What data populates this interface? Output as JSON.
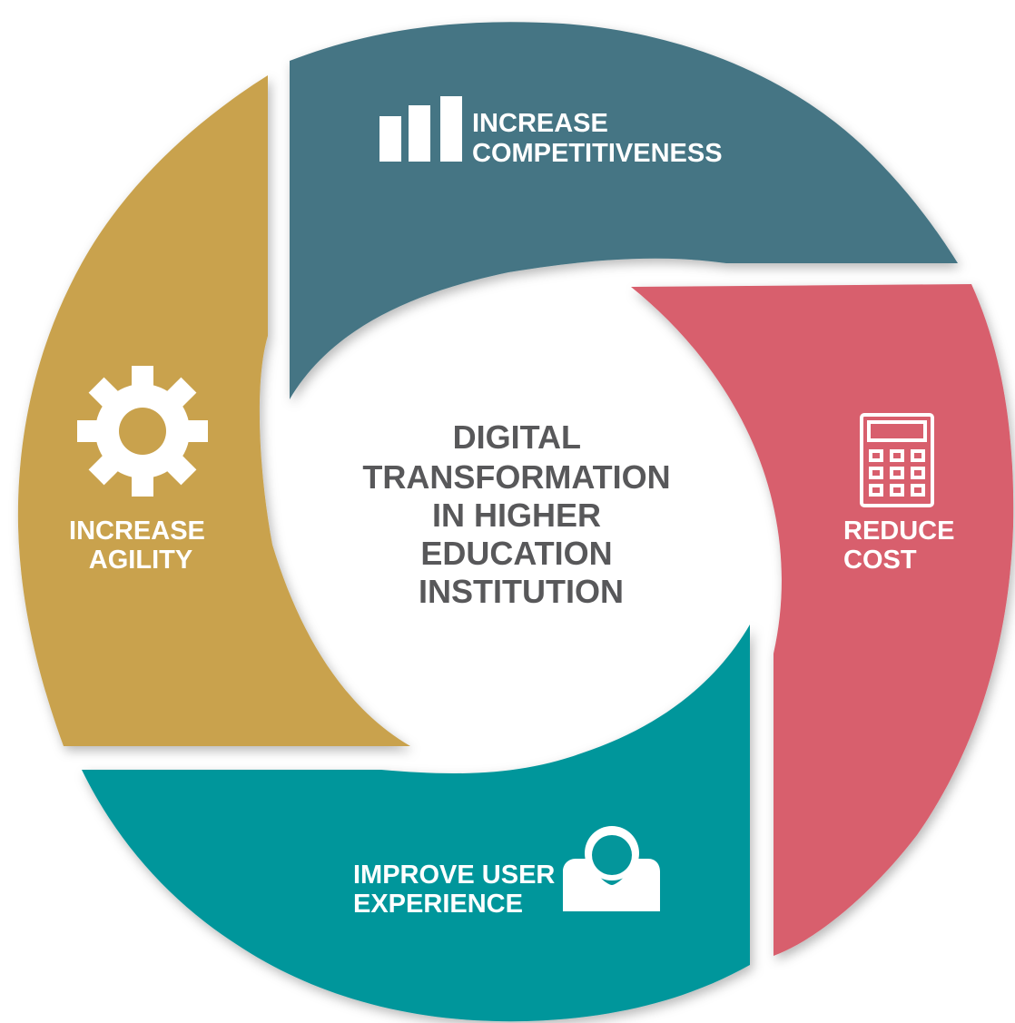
{
  "center": {
    "lines": [
      "DIGITAL",
      "TRANSFORMATION",
      "IN HIGHER",
      "EDUCATION",
      "INSTITUTION"
    ]
  },
  "segments": [
    {
      "id": "competitiveness",
      "lines": [
        "INCREASE",
        "COMPETITIVENESS"
      ],
      "color": "#447584",
      "icon": "bar-chart-icon"
    },
    {
      "id": "cost",
      "lines": [
        "REDUCE",
        "COST"
      ],
      "color": "#d85f6d",
      "icon": "calculator-icon"
    },
    {
      "id": "user-experience",
      "lines": [
        "IMPROVE USER",
        "EXPERIENCE"
      ],
      "color": "#04969b",
      "icon": "user-icon"
    },
    {
      "id": "agility",
      "lines": [
        "INCREASE",
        "AGILITY"
      ],
      "color": "#c9a24d",
      "icon": "gear-icon"
    }
  ],
  "colors": {
    "center_text": "#58585a",
    "segment_text": "#ffffff",
    "background": "#ffffff"
  }
}
